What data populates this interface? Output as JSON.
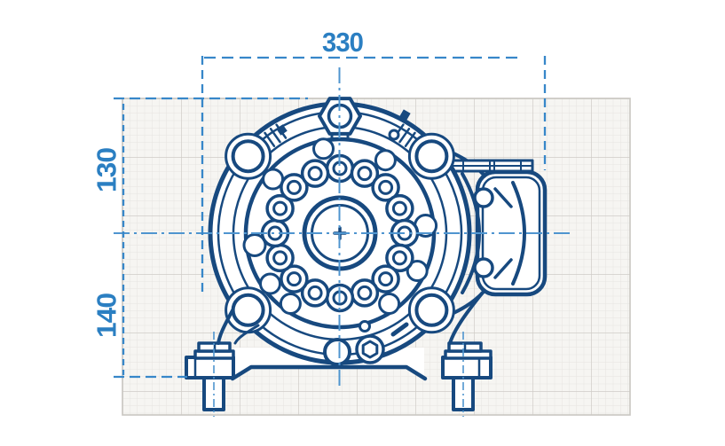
{
  "drawing": {
    "subject": "gear-motor-front-view-blueprint",
    "dimensions": {
      "width": "330",
      "height_upper": "130",
      "height_lower": "140"
    },
    "colors": {
      "line-navy": "#17497f",
      "dimension-blue": "#3787c9",
      "centerline-blue": "#4f95cf",
      "text-blue": "#2b7fc2",
      "grid-bg": "#f6f5f2",
      "grid-minor": "#e6e4e0",
      "grid-major": "#cfccc7",
      "grid-border": "#c9c6c1",
      "page-bg": "#ffffff"
    }
  }
}
